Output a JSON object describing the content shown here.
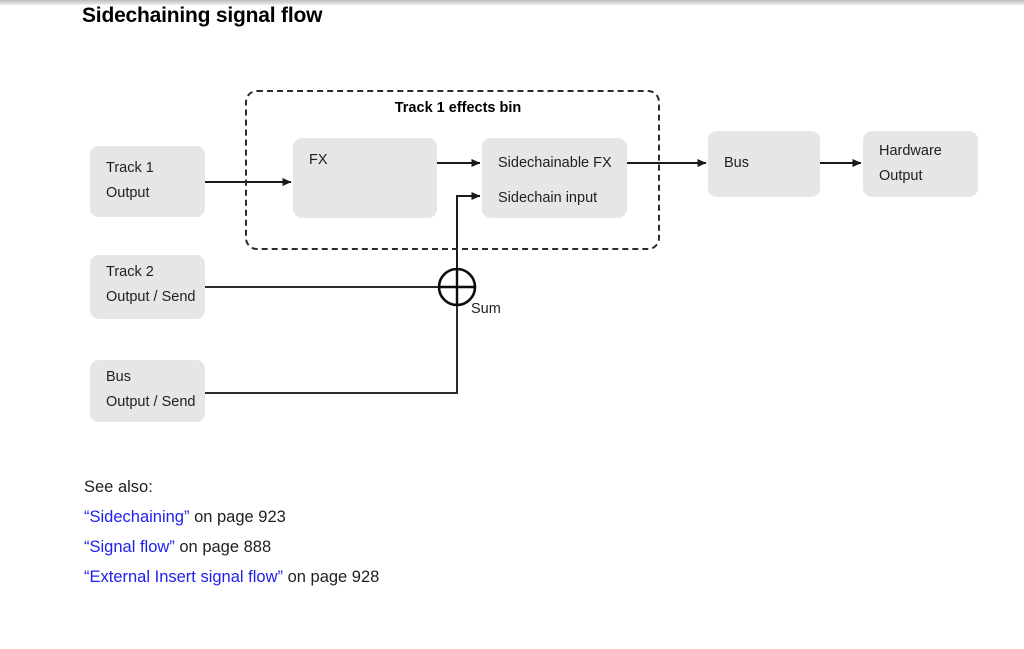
{
  "page": {
    "title": "Sidechaining signal flow",
    "background": "#ffffff"
  },
  "colors": {
    "node_fill": "#e6e6e6",
    "wire": "#1a1a1a",
    "link": "#2020ee",
    "text": "#1f1f1f",
    "bin_border": "#2b2b2b"
  },
  "diagram": {
    "bin": {
      "label": "Track 1 effects bin"
    },
    "sum": {
      "label": "Sum",
      "icon": "circle-plus-sum-node"
    },
    "nodes": [
      {
        "id": "track1-output",
        "lines": [
          "Track 1",
          "Output"
        ]
      },
      {
        "id": "fx",
        "lines": [
          "FX"
        ]
      },
      {
        "id": "sidechainable-fx",
        "lines": [
          "Sidechainable FX",
          "Sidechain input"
        ]
      },
      {
        "id": "bus",
        "lines": [
          "Bus"
        ]
      },
      {
        "id": "hardware-output",
        "lines": [
          "Hardware",
          "Output"
        ]
      },
      {
        "id": "track2-output-send",
        "lines": [
          "Track 2",
          "Output / Send"
        ]
      },
      {
        "id": "bus-output-send",
        "lines": [
          "Bus",
          "Output / Send"
        ]
      }
    ],
    "node_text": {
      "track1_l1": "Track 1",
      "track1_l2": "Output",
      "fx_l1": "FX",
      "scfx_l1": "Sidechainable FX",
      "scfx_l2": "Sidechain input",
      "bus_l1": "Bus",
      "hw_l1": "Hardware",
      "hw_l2": "Output",
      "track2_l1": "Track 2",
      "track2_l2": "Output / Send",
      "busout_l1": "Bus",
      "busout_l2": "Output / Send"
    }
  },
  "see_also": {
    "heading": "See also:",
    "items": [
      {
        "link": "“Sidechaining”",
        "tail": " on page 923"
      },
      {
        "link": "“Signal flow”",
        "tail": " on page 888"
      },
      {
        "link": "“External Insert signal flow”",
        "tail": " on page 928"
      }
    ],
    "refs": {
      "r0_link": "“Sidechaining”",
      "r0_tail": " on page 923",
      "r1_link": "“Signal flow”",
      "r1_tail": " on page 888",
      "r2_link": "“External Insert signal flow”",
      "r2_tail": " on page 928"
    }
  }
}
